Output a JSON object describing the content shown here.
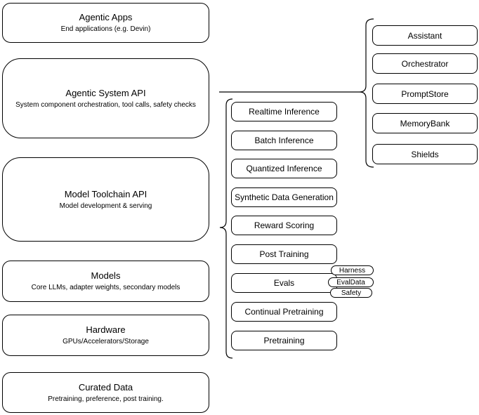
{
  "diagram": {
    "left_column": [
      {
        "title": "Agentic Apps",
        "subtitle": "End applications (e.g. Devin)"
      },
      {
        "title": "Agentic System API",
        "subtitle": "System component orchestration, tool calls, safety checks"
      },
      {
        "title": "Model Toolchain API",
        "subtitle": "Model development & serving"
      },
      {
        "title": "Models",
        "subtitle": "Core LLMs, adapter weights, secondary models"
      },
      {
        "title": "Hardware",
        "subtitle": "GPUs/Accelerators/Storage"
      },
      {
        "title": "Curated Data",
        "subtitle": "Pretraining, preference, post training."
      }
    ],
    "toolchain_items": [
      "Realtime Inference",
      "Batch Inference",
      "Quantized Inference",
      "Synthetic Data Generation",
      "Reward Scoring",
      "Post Training",
      "Evals",
      "Continual Pretraining",
      "Pretraining"
    ],
    "eval_tags": [
      "Harness",
      "EvalData",
      "Safety"
    ],
    "system_components": [
      "Assistant",
      "Orchestrator",
      "PromptStore",
      "MemoryBank",
      "Shields"
    ],
    "colors": {
      "border": "#000000",
      "fill": "#ffffff",
      "text": "#000000"
    }
  }
}
